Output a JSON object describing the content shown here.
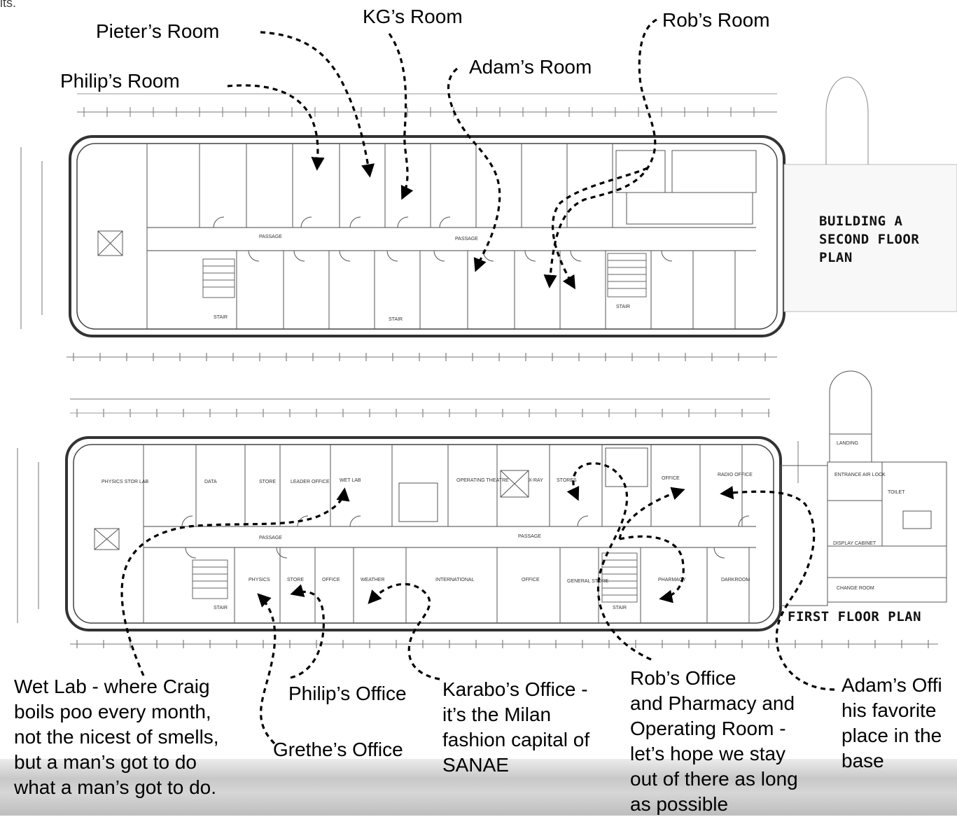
{
  "corner_text": "its.",
  "top_labels": {
    "pieter": "Pieter’s Room",
    "kg": "KG’s Room",
    "rob": "Rob’s Room",
    "adam": "Adam’s Room",
    "philip": "Philip’s Room"
  },
  "plan_titles": {
    "second_floor": [
      "BUILDING A",
      "SECOND FLOOR",
      "PLAN"
    ],
    "first_floor": "FIRST FLOOR PLAN"
  },
  "bottom_labels": {
    "wet_lab": [
      "Wet Lab - where Craig",
      "boils poo every month,",
      "not the nicest of smells,",
      "but a man’s got to do",
      "what a man’s got to do."
    ],
    "philip_office": "Philip’s Office",
    "grethe_office": "Grethe’s Office",
    "karabo_office": [
      "Karabo’s Office -",
      "it’s the Milan",
      "fashion capital of",
      "SANAE"
    ],
    "rob_office": [
      "Rob’s Office",
      "and Pharmacy and",
      "Operating Room -",
      "let’s hope we stay",
      "out of there as long",
      "as possible"
    ],
    "adam_office": [
      "Adam’s Offi",
      "his favorite",
      "place in the",
      "base"
    ]
  },
  "room_labels_second": [
    "PASSAGE",
    "PASSAGE",
    "STAIR",
    "STAIR",
    "STAIR"
  ],
  "room_labels_first": [
    "PHYSICS STOR LAB",
    "DATA",
    "STORE",
    "LEADER OFFICE",
    "WET LAB",
    "OPERATING THEATRE",
    "X-RAY",
    "STORES",
    "OFFICE",
    "RADIO OFFICE",
    "PASSAGE",
    "PASSAGE",
    "DISPLAY CABINET",
    "TOILET",
    "CHANGE ROOM",
    "LANDING",
    "ENTRANCE AIR LOCK",
    "PHYSICS",
    "STORE",
    "OFFICE",
    "WEATHER",
    "INTERNATIONAL",
    "OFFICE",
    "GENERAL STORE",
    "PHARMACY",
    "DARKROOM",
    "STAIR",
    "STAIR"
  ]
}
